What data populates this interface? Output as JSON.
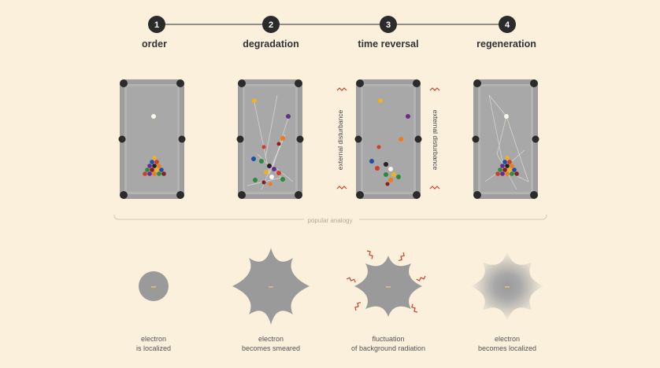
{
  "steps": [
    {
      "number": "1",
      "title": "order",
      "caption_line1": "electron",
      "caption_line2": "is localized"
    },
    {
      "number": "2",
      "title": "degradation",
      "caption_line1": "electron",
      "caption_line2": "becomes smeared"
    },
    {
      "number": "3",
      "title": "time reversal",
      "caption_line1": "fluctuation",
      "caption_line2": "of background radiation"
    },
    {
      "number": "4",
      "title": "regeneration",
      "caption_line1": "electron",
      "caption_line2": "becomes localized"
    }
  ],
  "analogy_label": "popular analogy",
  "side_labels": {
    "left": "external disturbance",
    "right": "external disturbance"
  },
  "electron_symbol": "–",
  "colors": {
    "background": "#fbf0dc",
    "table": "#9e9e9e",
    "table_rail": "#b0b0b0",
    "pocket": "#2b2b2b",
    "step_circle": "#2b2b2b",
    "electron_gray": "#9a9a9a",
    "electron_center": "#f0d070",
    "wave": "#d0402a"
  },
  "icons": {
    "disturbance": "squiggle-arrow-icon",
    "pocket": "pocket-icon",
    "ball": "billiard-ball-icon"
  }
}
